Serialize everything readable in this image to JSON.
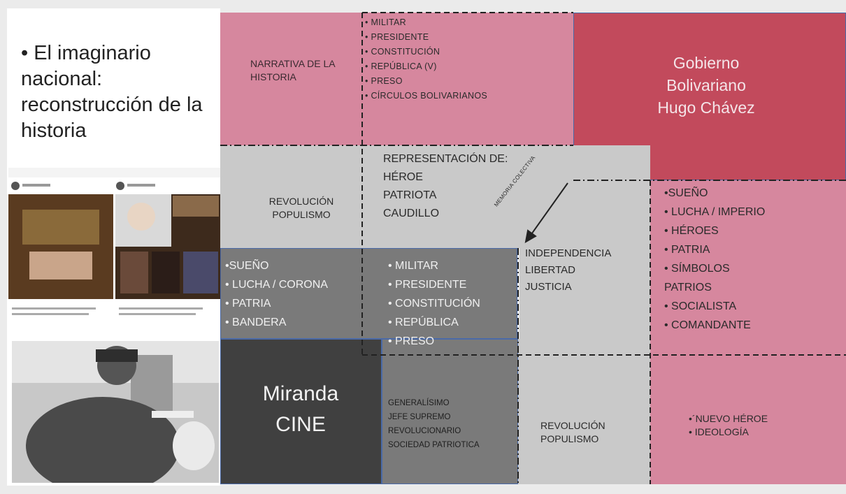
{
  "left_title": "• El imaginario nacional: reconstrucción de la historia",
  "cells": {
    "narrativa": "NARRATIVA DE LA HISTORIA",
    "top_list": [
      "MILITAR",
      "PRESIDENTE",
      "CONSTITUCIÓN",
      "REPÚBLICA (V)",
      "PRESO",
      "CÍRCULOS BOLIVARIANOS"
    ],
    "gobierno": [
      "Gobierno",
      "Bolivariano",
      "Hugo Chávez"
    ],
    "revolucion_1": [
      "REVOLUCIÓN",
      "POPULISMO"
    ],
    "representacion": [
      "REPRESENTACIÓN DE:",
      "HÉROE",
      "PATRIOTA",
      "CAUDILLO"
    ],
    "memoria": "MEMORIA COLECTIVA",
    "right_list": [
      "•SUEÑO",
      "• LUCHA / IMPERIO",
      "• HÉROES",
      "• PATRIA",
      "• SÍMBOLOS",
      "PATRIOS",
      "• SOCIALISTA",
      "• COMANDANTE"
    ],
    "left_mid_list": [
      "•SUEÑO",
      "• LUCHA / CORONA",
      "• PATRIA",
      "• BANDERA"
    ],
    "center_list": [
      "MILITAR",
      "PRESIDENTE",
      "CONSTITUCIÓN",
      "REPÚBLICA",
      "PRESO"
    ],
    "independencia": [
      "INDEPENDENCIA",
      "LIBERTAD",
      "JUSTICIA"
    ],
    "miranda": [
      "Miranda",
      "CINE"
    ],
    "generalisimo": [
      "GENERALÍSIMO",
      "JEFE SUPREMO",
      "REVOLUCIONARIO",
      "SOCIEDAD PATRIOTICA"
    ],
    "revolucion_2": [
      "REVOLUCIÓN",
      "POPULISMO"
    ],
    "nuevo": [
      "•´NUEVO HÉROE",
      "• IDEOLOGÍA"
    ]
  },
  "colors": {
    "pink": "#d6879e",
    "gray": "#c9c9c9",
    "mid": "#7a7a7a",
    "dark": "#404040",
    "red": "#c24a5c"
  }
}
